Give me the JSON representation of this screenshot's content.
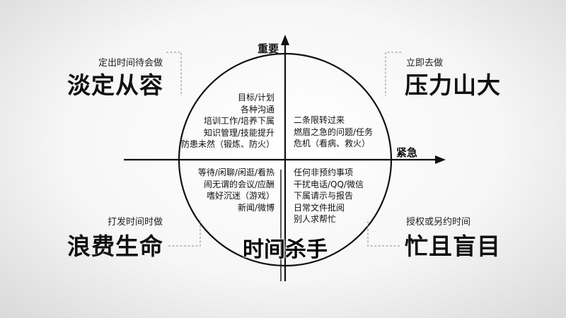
{
  "axes": {
    "vertical_label": "重要",
    "horizontal_label": "紧急"
  },
  "quadrants": {
    "top_left": {
      "subtitle": "定出时间待会做",
      "title": "淡定从容",
      "items": [
        "目标/计划",
        "各种沟通",
        "培训工作/培养下属",
        "知识管理/技能提升",
        "防患未然（锻炼、防火）"
      ]
    },
    "top_right": {
      "subtitle": "立即去做",
      "title": "压力山大",
      "items": [
        "二条限转过来",
        "燃眉之急的问题/任务",
        "危机（看病、救火）"
      ]
    },
    "bottom_left": {
      "subtitle": "打发时间时做",
      "title": "浪费生命",
      "items": [
        "等待/闲聊/闲逛/看热",
        "闹无谓的会议/应酬",
        "嗜好沉迷（游戏）",
        "新闻/微博"
      ]
    },
    "bottom_right": {
      "subtitle": "授权或另约时间",
      "title": "忙且盲目",
      "items": [
        "任何非预约事项",
        "干扰电话/QQ/微信",
        "下属请示与报告",
        "日常文件批阅",
        "别人求帮忙"
      ]
    }
  },
  "center_caption": "时间杀手"
}
